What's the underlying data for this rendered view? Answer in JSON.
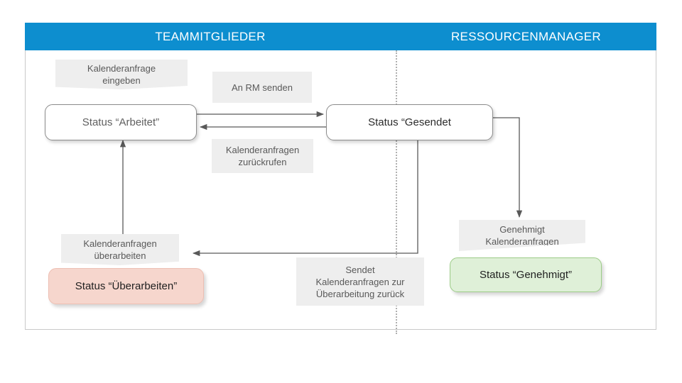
{
  "header": {
    "lanes": [
      {
        "label": "TEAMMITGLIEDER"
      },
      {
        "label": "RESSOURCENMANAGER"
      }
    ],
    "background_color": "#0d8ecf",
    "text_color": "#ffffff"
  },
  "notes": [
    {
      "id": "note-eingeben",
      "text": "Kalenderanfrage\neingeben"
    },
    {
      "id": "note-an-rm",
      "text": "An RM senden"
    },
    {
      "id": "note-zurueckrufen",
      "text": "Kalenderanfragen\nzurückrufen"
    },
    {
      "id": "note-ueberarbeiten",
      "text": "Kalenderanfragen\nüberarbeiten"
    },
    {
      "id": "note-genehmigt",
      "text": "Genehmigt\nKalenderanfragen"
    },
    {
      "id": "note-sendet-zurueck",
      "text": "Sendet\nKalenderanfragen zur\nÜberarbeitung zurück"
    }
  ],
  "states": [
    {
      "id": "state-arbeitet",
      "label": "Status “Arbeitet”",
      "fill": "#ffffff",
      "border": "#8c8c8c",
      "text_color": "#606060"
    },
    {
      "id": "state-gesendet",
      "label": "Status “Gesendet",
      "fill": "#ffffff",
      "border": "#8c8c8c",
      "text_color": "#2b2b2b"
    },
    {
      "id": "state-ueberarbeiten",
      "label": "Status “Überarbeiten”",
      "fill": "#f6d6cd",
      "border": "#edbfb3",
      "text_color": "#1f1f1f"
    },
    {
      "id": "state-genehmigt",
      "label": "Status “Genehmigt”",
      "fill": "#dff0d8",
      "border": "#9ccc87",
      "text_color": "#1f1f1f"
    }
  ],
  "connectors": [
    {
      "id": "arrow-an-rm",
      "from": "state-arbeitet",
      "to": "state-gesendet",
      "direction": "right"
    },
    {
      "id": "arrow-zurueckrufen",
      "from": "state-gesendet",
      "to": "state-arbeitet",
      "direction": "left"
    },
    {
      "id": "arrow-genehmigt",
      "from": "state-gesendet",
      "to": "state-genehmigt",
      "direction": "down"
    },
    {
      "id": "arrow-sendet-zurueck",
      "from": "state-gesendet",
      "to": "note-ueberarbeiten",
      "direction": "left"
    },
    {
      "id": "arrow-ueberarbeiten",
      "from": "state-ueberarbeiten",
      "to": "state-arbeitet",
      "direction": "up"
    }
  ],
  "colors": {
    "accent": "#0d8ecf",
    "note_fill": "#eeeeee",
    "note_text": "#595959",
    "connector": "#595959",
    "divider": "#b0b0b0",
    "frame_border": "#c9c9c9"
  }
}
